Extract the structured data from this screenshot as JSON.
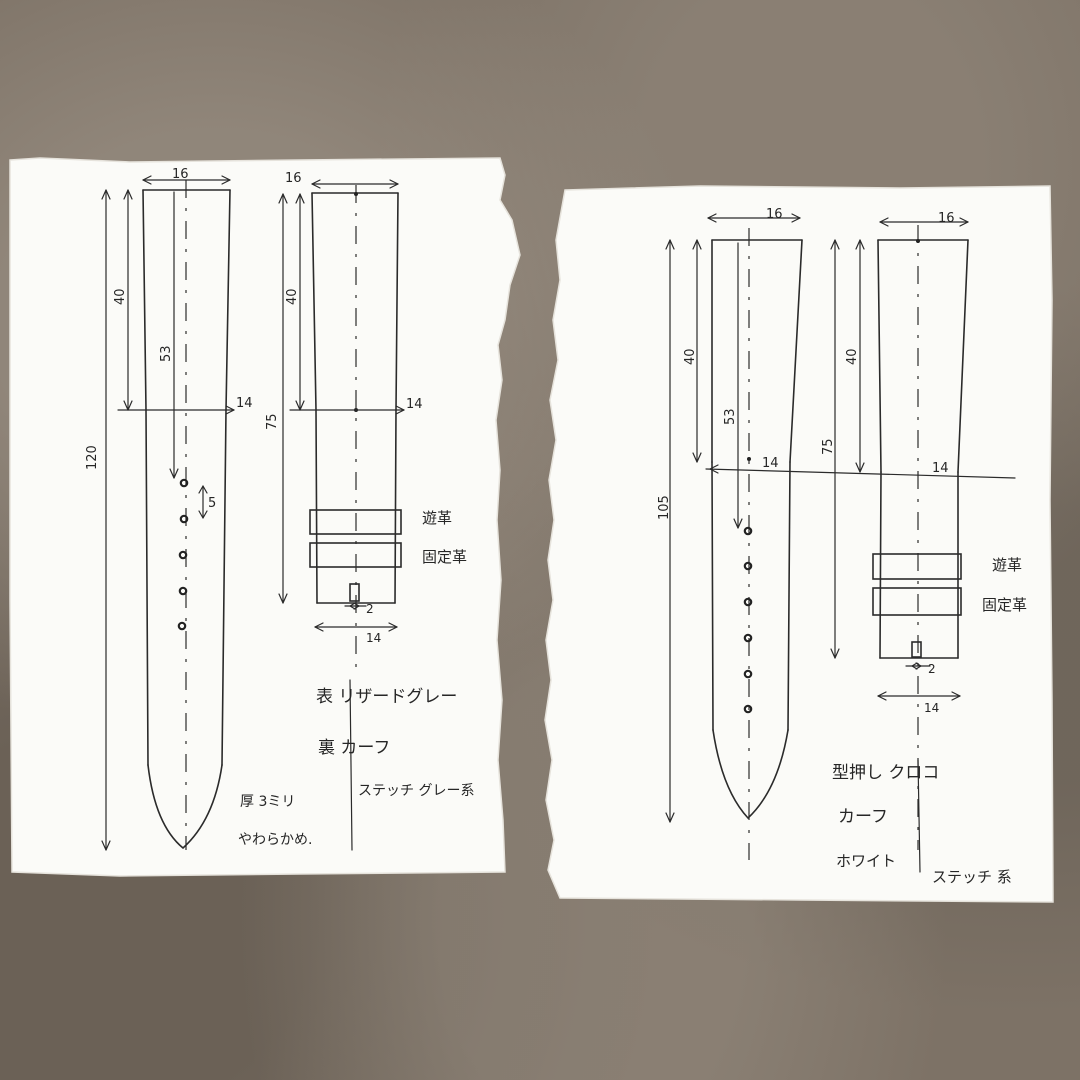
{
  "sheet_left": {
    "strap_long": {
      "width_top": "16",
      "length_total": "120",
      "length_taper": "40",
      "length_first_hole": "53",
      "width_mid": "14",
      "hole_pitch": "5"
    },
    "strap_short": {
      "width_top": "16",
      "length_taper": "40",
      "length_total": "75",
      "width_mid": "14",
      "slot_width": "2",
      "width_end": "14",
      "keeper_labels": [
        "遊革",
        "固定革"
      ]
    },
    "notes": {
      "surface": "表 リザードグレー",
      "back": "裏 カーフ",
      "thread": "ステッチ グレー系",
      "thickness": "厚 3ミリ",
      "softness": "やわらかめ."
    }
  },
  "sheet_right": {
    "strap_long": {
      "width_top": "16",
      "length_total": "105",
      "length_taper": "40",
      "length_first_hole": "53",
      "width_mid": "14"
    },
    "strap_short": {
      "width_top": "16",
      "length_taper": "40",
      "length_total": "75",
      "width_mid": "14",
      "slot_width": "2",
      "width_end": "14",
      "keeper_labels": [
        "遊革",
        "固定革"
      ]
    },
    "notes": {
      "surface": "型押し クロコ",
      "back": "カーフ",
      "color": "ホワイト",
      "thread": "ステッチ 系"
    }
  }
}
